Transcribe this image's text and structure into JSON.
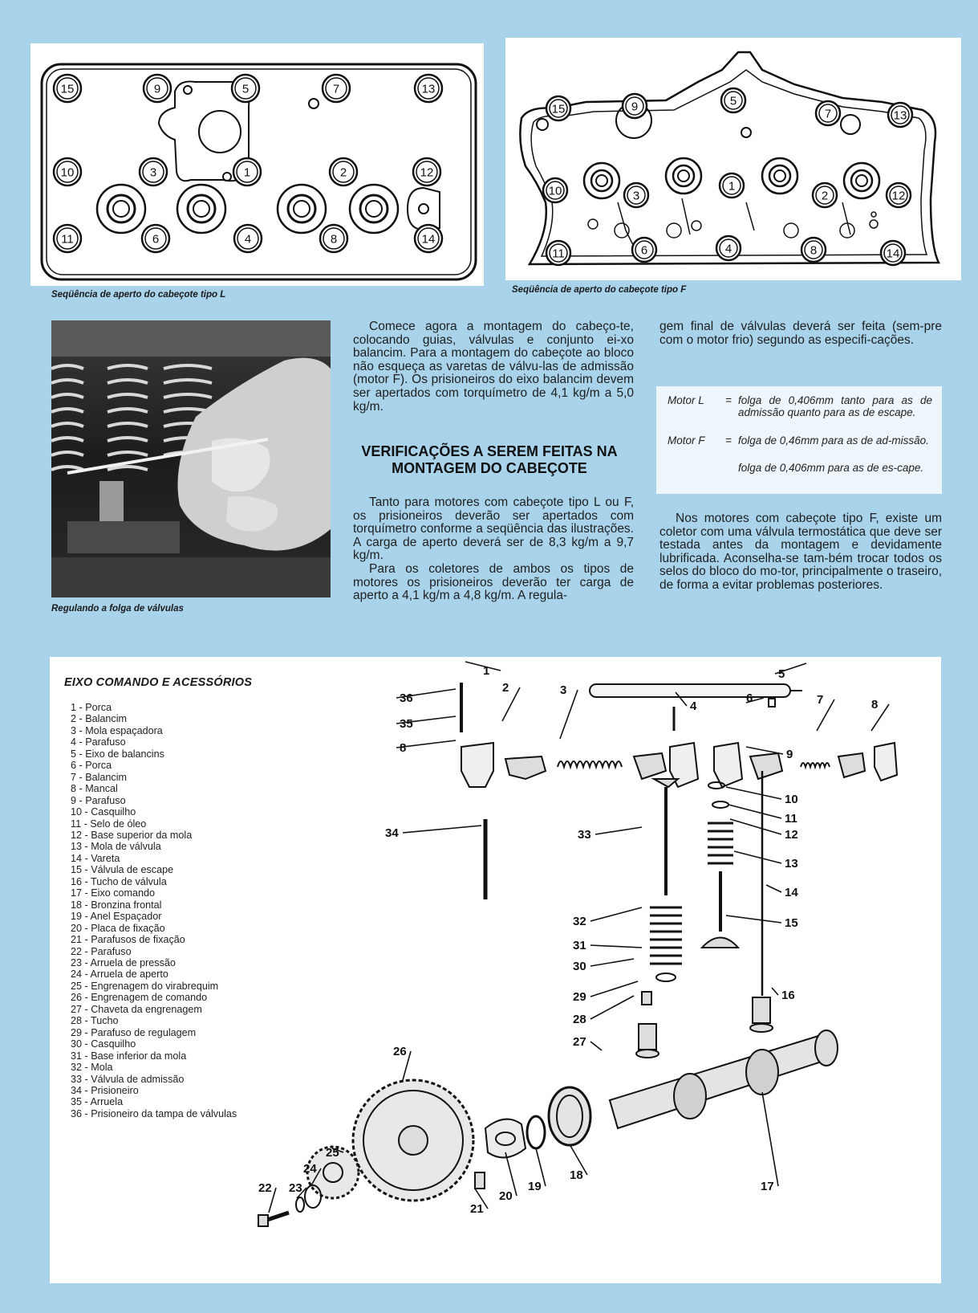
{
  "captions": {
    "fig_l": "Seqüência de aperto do cabeçote tipo L",
    "fig_f": "Seqüência de aperto do cabeçote tipo F",
    "photo": "Regulando a folga de válvulas"
  },
  "fig_l_numbers": [
    "15",
    "9",
    "5",
    "7",
    "13",
    "10",
    "3",
    "1",
    "2",
    "12",
    "11",
    "6",
    "4",
    "8",
    "14"
  ],
  "fig_f_numbers": [
    "15",
    "9",
    "5",
    "7",
    "13",
    "10",
    "3",
    "1",
    "2",
    "12",
    "11",
    "6",
    "4",
    "8",
    "14"
  ],
  "article": {
    "intro": "Comece agora a montagem do cabeço-te, colocando guias, válvulas e conjunto ei-xo balancim. Para a montagem do cabeçote ao bloco não esqueça as varetas de válvu-las de admissão (motor F). Os prisioneiros do eixo balancim devem ser apertados com torquímetro de 4,1 kg/m a 5,0 kg/m.",
    "heading": "VERIFICAÇÕES A SEREM FEITAS NA MONTAGEM DO CABEÇOTE",
    "para1": "Tanto para motores com cabeçote tipo L ou F, os prisioneiros deverão ser apertados com torquímetro conforme a seqüência das ilustrações. A carga de aperto deverá ser de 8,3 kg/m a 9,7 kg/m.",
    "para2": "Para os coletores de ambos os tipos de motores os prisioneiros deverão ter carga de aperto a 4,1 kg/m a 4,8 kg/m. A regula-",
    "para3": "gem final de válvulas deverá ser feita (sem-pre com o motor frio) segundo as especifi-cações.",
    "para4": "Nos motores com cabeçote tipo F, existe um coletor com uma válvula termostática que deve ser testada antes da montagem e devidamente lubrificada. Aconselha-se tam-bém trocar todos os selos do bloco do mo-tor, principalmente o traseiro, de forma a evitar problemas posteriores."
  },
  "spec": {
    "motor_l_label": "Motor L",
    "motor_l_text": "folga de 0,406mm tanto para as de admissão quanto para as de escape.",
    "motor_f_label": "Motor F",
    "motor_f_text1": "folga de 0,46mm para as de ad-missão.",
    "motor_f_text2": "folga de 0,406mm para as de es-cape.",
    "eq": "="
  },
  "legend": {
    "title": "EIXO COMANDO E ACESSÓRIOS",
    "items": [
      "1 - Porca",
      "2 - Balancim",
      "3 - Mola espaçadora",
      "4 - Parafuso",
      "5 - Eixo de balancins",
      "6 - Porca",
      "7 - Balancim",
      "8 - Mancal",
      "9 - Parafuso",
      "10 - Casquilho",
      "11 - Selo de óleo",
      "12 - Base superior da mola",
      "13 - Mola de válvula",
      "14 - Vareta",
      "15 - Válvula de escape",
      "16 - Tucho de válvula",
      "17 - Eixo comando",
      "18 - Bronzina frontal",
      "19 - Anel Espaçador",
      "20 - Placa de fixação",
      "21 - Parafusos de fixação",
      "22 - Parafuso",
      "23 - Arruela de pressão",
      "24 - Arruela de aperto",
      "25 - Engrenagem do virabrequim",
      "26 - Engrenagem de comando",
      "27 - Chaveta da engrenagem",
      "28 - Tucho",
      "29 - Parafuso de regulagem",
      "30 - Casquilho",
      "31 - Base inferior da mola",
      "32 - Mola",
      "33 - Válvula de admissão",
      "34 - Prisioneiro",
      "35 - Arruela",
      "36 - Prisioneiro da tampa de válvulas"
    ]
  },
  "exploded_numbers": [
    "1",
    "2",
    "3",
    "4",
    "5",
    "6",
    "7",
    "8",
    "36",
    "35",
    "8",
    "9",
    "10",
    "11",
    "12",
    "13",
    "14",
    "15",
    "16",
    "17",
    "18",
    "19",
    "20",
    "21",
    "22",
    "23",
    "24",
    "25",
    "26",
    "27",
    "28",
    "29",
    "30",
    "31",
    "32",
    "33",
    "34"
  ]
}
